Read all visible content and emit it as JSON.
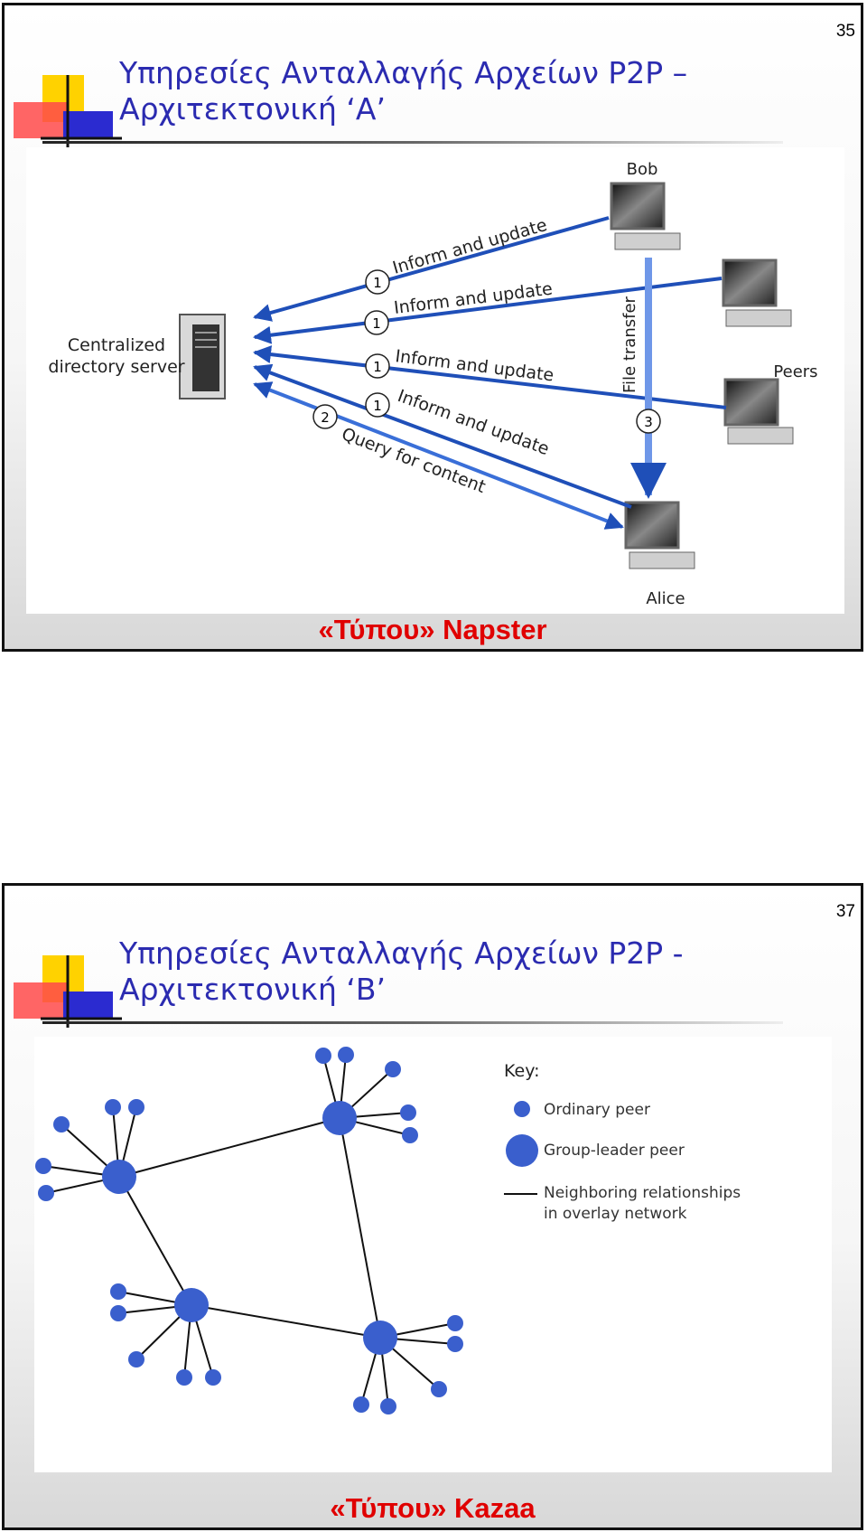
{
  "slide1": {
    "page_number": "35",
    "title_line1": "Υπηρεσίες Ανταλλαγής Αρχείων P2P –",
    "title_line2": "Αρχιτεκτονική ‘Α’",
    "figure": {
      "server_label_line1": "Centralized",
      "server_label_line2": "directory server",
      "bob_label": "Bob",
      "alice_label": "Alice",
      "peers_label": "Peers",
      "file_transfer_label": "File transfer",
      "messages": [
        {
          "step": "1",
          "text": "Inform and update"
        },
        {
          "step": "1",
          "text": "Inform and update"
        },
        {
          "step": "1",
          "text": "Inform and update"
        },
        {
          "step": "1",
          "text": "Inform and update"
        },
        {
          "step": "2",
          "text": "Query for content"
        },
        {
          "step": "3",
          "text": ""
        }
      ]
    },
    "caption": "«Τύπου» Napster"
  },
  "slide2": {
    "page_number": "37",
    "title_line1": "Υπηρεσίες Ανταλλαγής Αρχείων P2P -",
    "title_line2": "Αρχιτεκτονική ‘Β’",
    "figure": {
      "key_title": "Key:",
      "key_ordinary": "Ordinary peer",
      "key_leader": "Group-leader peer",
      "key_link_line1": "Neighboring relationships",
      "key_link_line2": "in overlay network"
    },
    "caption": "«Τύπου» Kazaa"
  },
  "colors": {
    "title": "#2b2bb0",
    "caption": "#e00000",
    "arrow_blue": "#1f4fb8",
    "node_blue": "#3a5fcd"
  }
}
